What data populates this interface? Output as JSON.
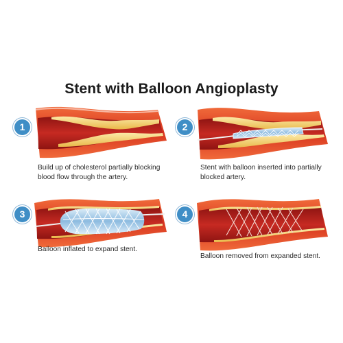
{
  "title": "Stent with Balloon Angioplasty",
  "steps": [
    {
      "number": "1",
      "caption_line1": "Build up of cholesterol partially blocking",
      "caption_line2": "blood flow through the artery."
    },
    {
      "number": "2",
      "caption_line1": "Stent with balloon inserted into partially",
      "caption_line2": "blocked artery."
    },
    {
      "number": "3",
      "caption_line1": "Balloon inflated to expand stent.",
      "caption_line2": ""
    },
    {
      "number": "4",
      "caption_line1": "Balloon removed from expanded stent.",
      "caption_line2": ""
    }
  ],
  "colors": {
    "artery_outer": "#e8572e",
    "artery_wall": "#c8281f",
    "artery_lumen": "#b01e1a",
    "plaque": "#f5d67a",
    "badge": "#3f8ec6",
    "balloon": "#9ec7e6",
    "stent": "#ffffff"
  }
}
